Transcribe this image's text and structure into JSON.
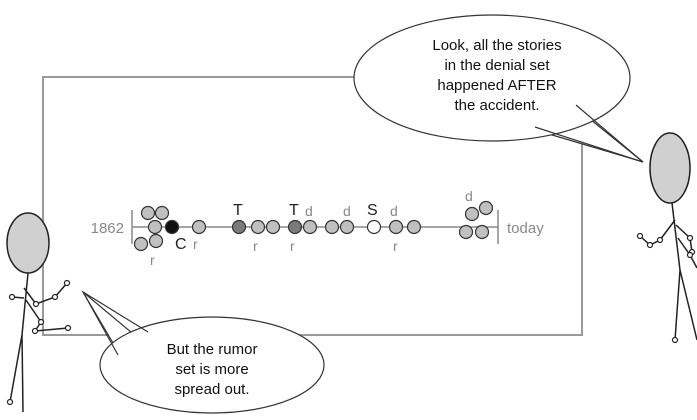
{
  "timeline": {
    "start_label": "1862",
    "end_label": "today"
  },
  "markers": {
    "C": "C",
    "T1": "T",
    "T2": "T",
    "S": "S",
    "d": "d",
    "r": "r"
  },
  "speech": {
    "right_l1": "Look, all the stories",
    "right_l2": "in the denial set",
    "right_l3": "happened AFTER",
    "right_l4": "the accident.",
    "left_l1": "But the rumor",
    "left_l2": "set is more",
    "left_l3": "spread out."
  },
  "colors": {
    "frame": "#9a9a9a",
    "circle_light": "#c0c0c0",
    "circle_dark": "#7a7a7a",
    "circle_black": "#111111",
    "label_gray": "#888888",
    "ink": "#222222"
  }
}
